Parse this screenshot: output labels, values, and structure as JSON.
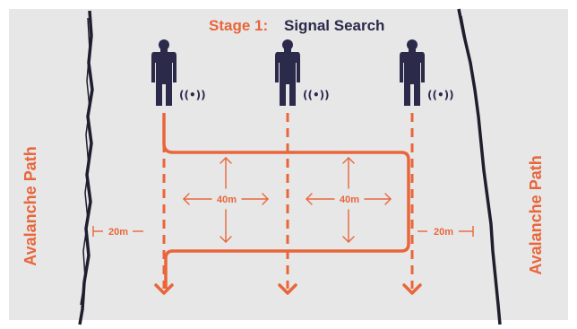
{
  "title": {
    "prefix": "Stage 1:",
    "main": "Signal Search"
  },
  "side_labels": {
    "left": "Avalanche Path",
    "right": "Avalanche Path"
  },
  "searchers": [
    {
      "name": "searcher-1",
      "icon": "person-icon",
      "signal_icon": "signal-icon",
      "signal_text": "((•))"
    },
    {
      "name": "searcher-2",
      "icon": "person-icon",
      "signal_icon": "signal-icon",
      "signal_text": "((•))"
    },
    {
      "name": "searcher-3",
      "icon": "person-icon",
      "signal_icon": "signal-icon",
      "signal_text": "((•))"
    }
  ],
  "dimensions": {
    "spacing_left": "40m",
    "spacing_right": "40m",
    "edge_left": "20m",
    "edge_right": "20m"
  },
  "colors": {
    "accent": "#e8663a",
    "figure": "#2c2a4a",
    "background": "#e7e7e8",
    "edge_lines": "#1e1e2e"
  }
}
